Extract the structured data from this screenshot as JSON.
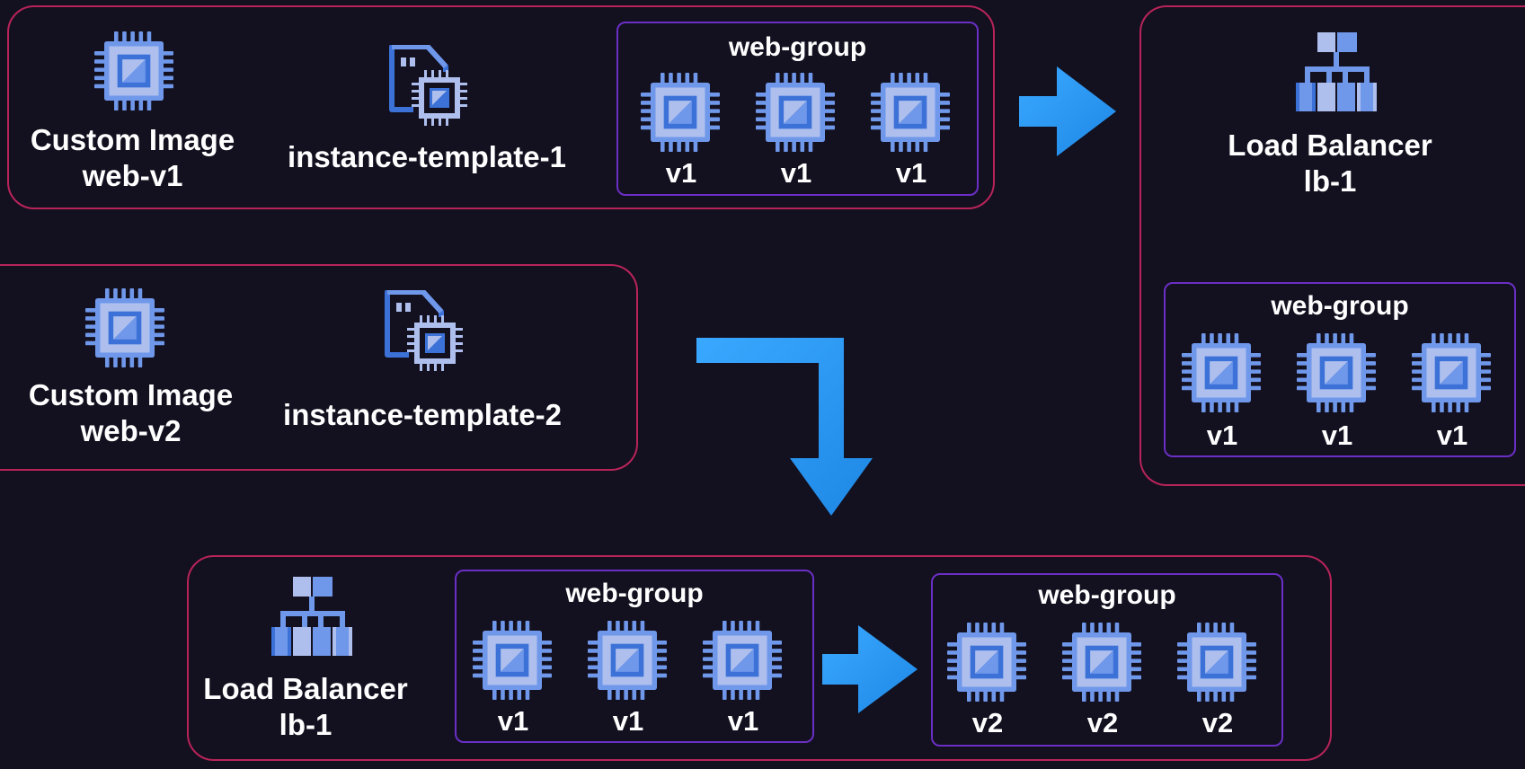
{
  "colors": {
    "background": "#13101f",
    "panel_border": "#b8245a",
    "group_border": "#6a2fc4",
    "chip_light": "#aebfee",
    "chip_mid": "#6f97ea",
    "chip_dark": "#3c72d8",
    "arrow": "#2196f3"
  },
  "top_panel": {
    "image_icon": "cpu-chip-icon",
    "image_label_line1": "Custom Image",
    "image_label_line2": "web-v1",
    "template_icon": "instance-template-icon",
    "template_label": "instance-template-1",
    "group": {
      "title": "web-group",
      "instances": [
        {
          "icon": "cpu-chip-icon",
          "version": "v1"
        },
        {
          "icon": "cpu-chip-icon",
          "version": "v1"
        },
        {
          "icon": "cpu-chip-icon",
          "version": "v1"
        }
      ]
    }
  },
  "right_panel": {
    "lb_icon": "load-balancer-icon",
    "lb_label_line1": "Load Balancer",
    "lb_label_line2": "lb-1",
    "group": {
      "title": "web-group",
      "instances": [
        {
          "icon": "cpu-chip-icon",
          "version": "v1"
        },
        {
          "icon": "cpu-chip-icon",
          "version": "v1"
        },
        {
          "icon": "cpu-chip-icon",
          "version": "v1"
        }
      ]
    }
  },
  "middle_panel": {
    "image_icon": "cpu-chip-icon",
    "image_label_line1": "Custom Image",
    "image_label_line2": "web-v2",
    "template_icon": "instance-template-icon",
    "template_label": "instance-template-2"
  },
  "bottom_panel": {
    "lb_icon": "load-balancer-icon",
    "lb_label_line1": "Load Balancer",
    "lb_label_line2": "lb-1",
    "old_group": {
      "title": "web-group",
      "instances": [
        {
          "icon": "cpu-chip-icon",
          "version": "v1"
        },
        {
          "icon": "cpu-chip-icon",
          "version": "v1"
        },
        {
          "icon": "cpu-chip-icon",
          "version": "v1"
        }
      ]
    },
    "new_group": {
      "title": "web-group",
      "instances": [
        {
          "icon": "cpu-chip-icon",
          "version": "v2"
        },
        {
          "icon": "cpu-chip-icon",
          "version": "v2"
        },
        {
          "icon": "cpu-chip-icon",
          "version": "v2"
        }
      ]
    }
  }
}
